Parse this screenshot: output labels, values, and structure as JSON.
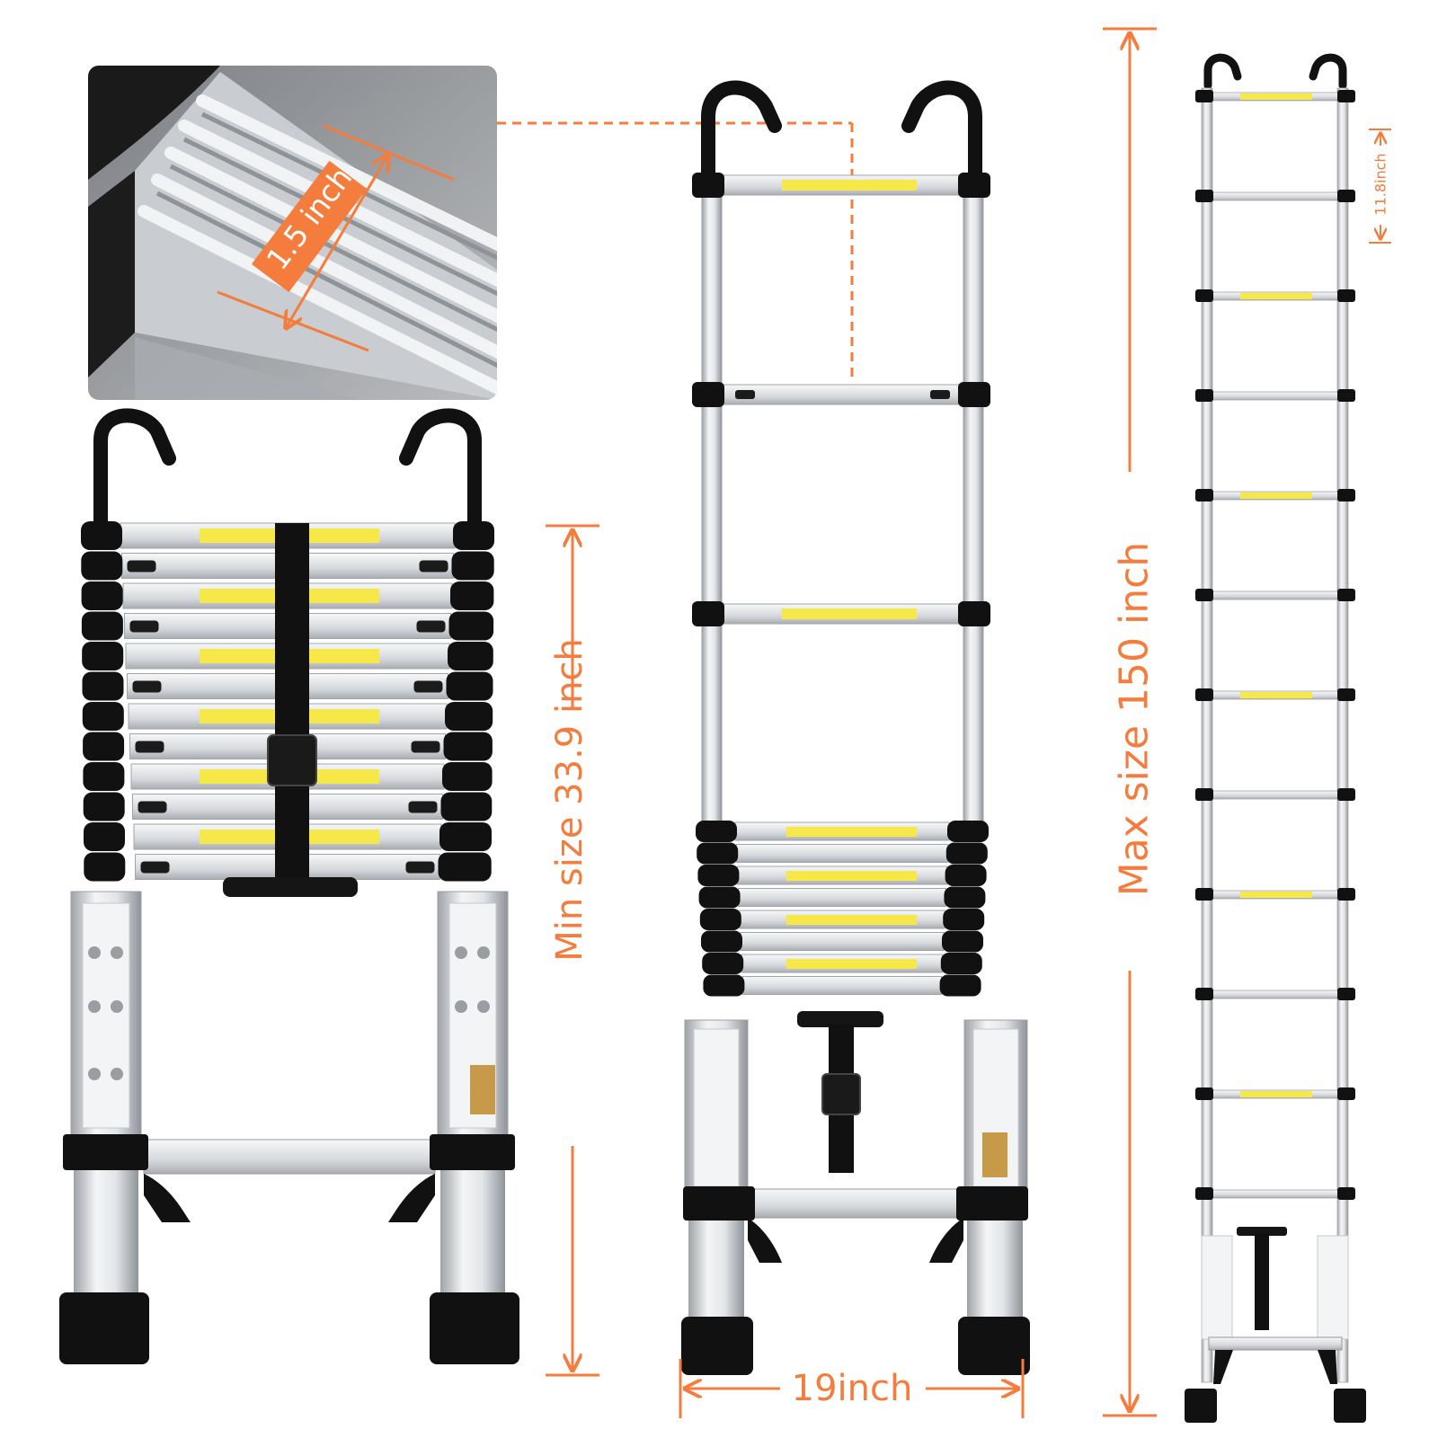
{
  "dimensions": {
    "rung_depth": "1.5 inch",
    "max_size": "Max size 150 inch",
    "min_size": "Min size 33.9 inch",
    "width": "19inch",
    "rung_spacing": "11.8inch"
  },
  "colors": {
    "accent": "#f47c3c",
    "aluminum": "#d9dcdf",
    "black": "#111111",
    "label_yellow": "#f7e84a",
    "inset_bg": "#8d8f92"
  }
}
